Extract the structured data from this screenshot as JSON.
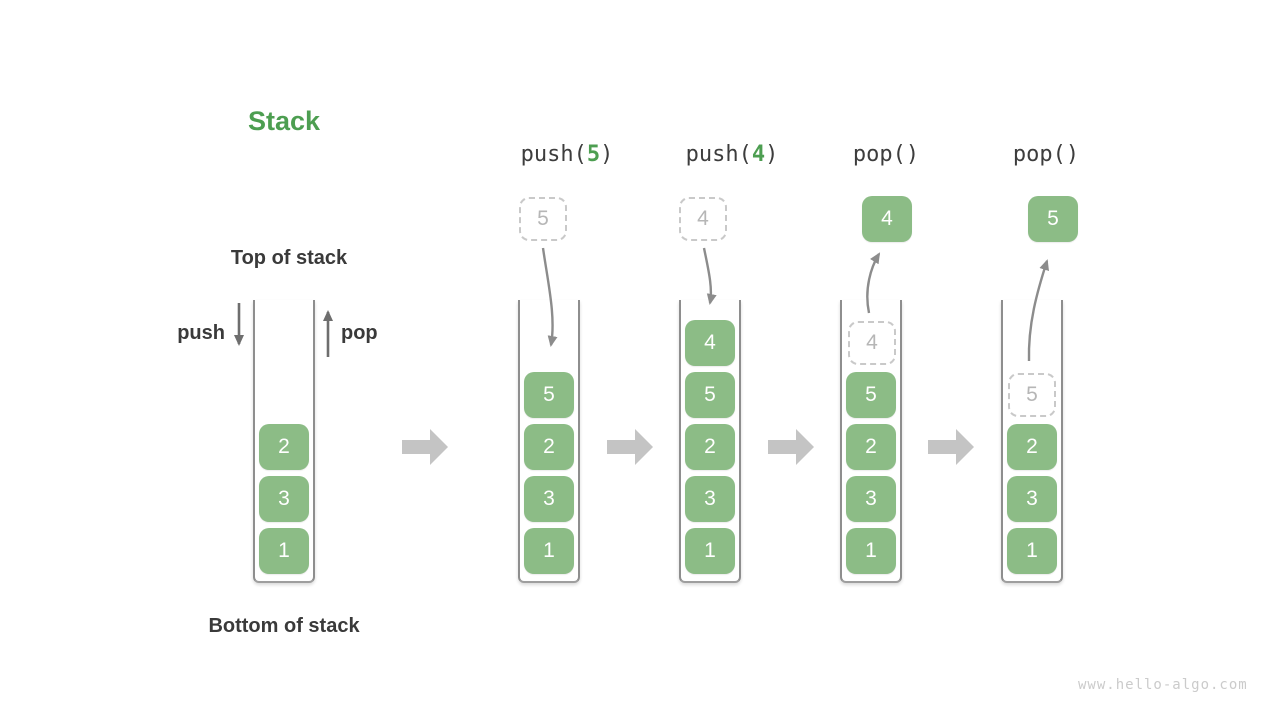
{
  "page": {
    "title": "Stack",
    "watermark": "www.hello-algo.com"
  },
  "labels": {
    "top_of_stack": "Top of stack",
    "bottom_of_stack": "Bottom of stack",
    "push": "push",
    "pop": "pop"
  },
  "colors": {
    "title_green": "#4D9E51",
    "cell_green": "#8CBC86",
    "op_arg_green": "#4D9E51",
    "label_dark": "#3A3A3A",
    "dashed_border_gray": "#C9C9C9",
    "ghost_text_gray": "#B6B6B6",
    "curve_arrow_gray": "#8C8C8C",
    "pushpop_arrow_gray": "#6E6E6E",
    "block_arrow_gray": "#C4C4C4",
    "container_gray": "#8E8E8E",
    "watermark_gray": "#CBCBCB"
  },
  "icons": {
    "push_arrow": "down-arrow",
    "pop_arrow": "up-arrow",
    "flow_arrow": "right-block-arrow",
    "push_transfer": "curved-down-arrow",
    "pop_transfer": "curved-up-arrow"
  },
  "stages": [
    {
      "cells": [
        "2",
        "3",
        "1"
      ]
    },
    {
      "op": {
        "pre": "push(",
        "arg": "5",
        "post": ")"
      },
      "floating": "5",
      "cells": [
        "5",
        "2",
        "3",
        "1"
      ]
    },
    {
      "op": {
        "pre": "push(",
        "arg": "4",
        "post": ")"
      },
      "floating": "4",
      "cells": [
        "4",
        "5",
        "2",
        "3",
        "1"
      ]
    },
    {
      "op": {
        "pre": "pop()",
        "arg": "",
        "post": ""
      },
      "floating": "4",
      "ghost": "4",
      "cells": [
        "5",
        "2",
        "3",
        "1"
      ]
    },
    {
      "op": {
        "pre": "pop()",
        "arg": "",
        "post": ""
      },
      "floating": "5",
      "ghost": "5",
      "cells": [
        "2",
        "3",
        "1"
      ]
    }
  ]
}
